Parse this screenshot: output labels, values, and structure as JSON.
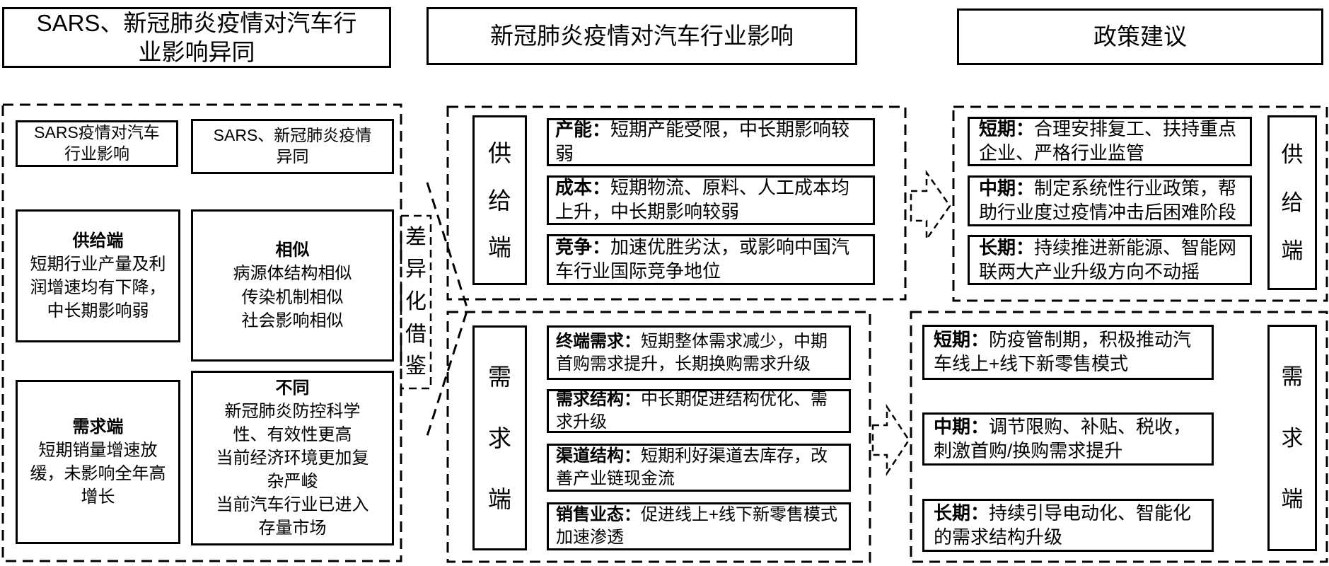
{
  "page": {
    "background": "#ffffff",
    "ink": "#000000"
  },
  "titles": {
    "left": "SARS、新冠肺炎疫情对汽车行\n业影响异同",
    "middle": "新冠肺炎疫情对汽车行业影响",
    "right": "政策建议"
  },
  "comparison_panel": {
    "col1_header": "SARS疫情对汽车\n行业影响",
    "col2_header": "SARS、新冠肺炎疫情\n异同",
    "supply": {
      "title": "供给端",
      "body": "短期行业产量及利润增速均有下降，中长期影响弱"
    },
    "similar": {
      "title": "相似",
      "body": "病源体结构相似\n传染机制相似\n社会影响相似"
    },
    "demand": {
      "title": "需求端",
      "body": "短期销量增速放缓，未影响全年高增长"
    },
    "different": {
      "title": "不同",
      "body": "新冠肺炎防控科学性、有效性更高\n当前经济环境更加复杂严峻\n当前汽车行业已进入存量市场"
    }
  },
  "bridge": {
    "label": "差异化借鉴"
  },
  "impact_panel": {
    "supply_label": "供给端",
    "supply_items": [
      {
        "label": "产能：",
        "text": "短期产能受限，中长期影响较弱"
      },
      {
        "label": "成本：",
        "text": "短期物流、原料、人工成本均上升，中长期影响较弱"
      },
      {
        "label": "竞争：",
        "text": "加速优胜劣汰，或影响中国汽车行业国际竞争地位"
      }
    ],
    "demand_label": "需求端",
    "demand_items": [
      {
        "label": "终端需求：",
        "text": "短期整体需求减少，中期首购需求提升，长期换购需求升级"
      },
      {
        "label": "需求结构：",
        "text": "中长期促进结构优化、需求升级"
      },
      {
        "label": "渠道结构：",
        "text": "短期利好渠道去库存，改善产业链现金流"
      },
      {
        "label": "销售业态：",
        "text": "促进线上+线下新零售模式加速渗透"
      }
    ]
  },
  "policy_panel": {
    "supply_label": "供给端",
    "supply_items": [
      {
        "label": "短期：",
        "text": "合理安排复工、扶持重点企业、严格行业监管"
      },
      {
        "label": "中期：",
        "text": "制定系统性行业政策，帮助行业度过疫情冲击后困难阶段"
      },
      {
        "label": "长期：",
        "text": "持续推进新能源、智能网联两大产业升级方向不动摇"
      }
    ],
    "demand_label": "需求端",
    "demand_items": [
      {
        "label": "短期：",
        "text": "防疫管制期，积极推动汽车线上+线下新零售模式"
      },
      {
        "label": "中期：",
        "text": "调节限购、补贴、税收，刺激首购/换购需求提升"
      },
      {
        "label": "长期：",
        "text": "持续引导电动化、智能化的需求结构升级"
      }
    ]
  }
}
